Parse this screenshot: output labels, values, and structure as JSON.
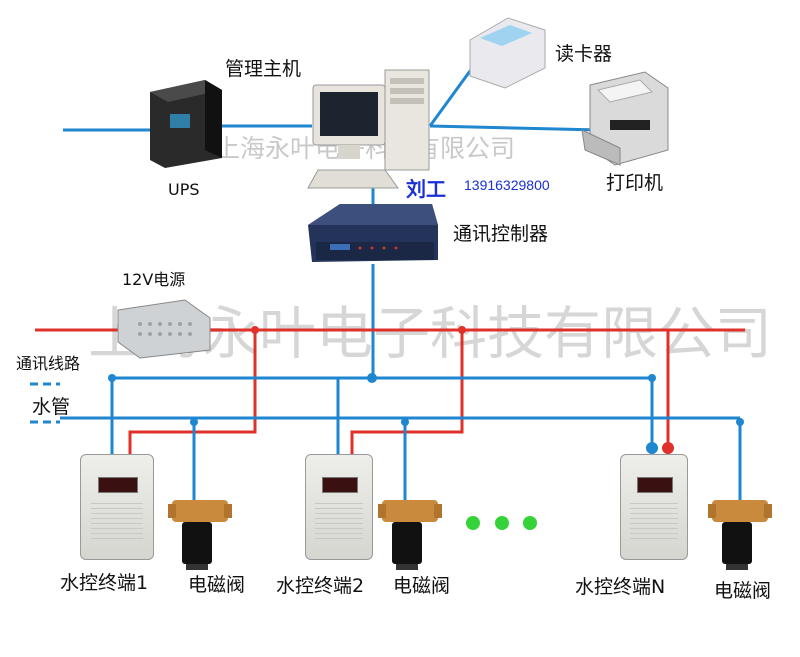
{
  "labels": {
    "management_host": "管理主机",
    "card_reader": "读卡器",
    "ups": "UPS",
    "printer": "打印机",
    "controller": "通讯控制器",
    "power_supply": "12V电源",
    "comm_line": "通讯线路",
    "water_pipe": "水管",
    "terminal_1": "水控终端1",
    "valve_1": "电磁阀",
    "terminal_2": "水控终端2",
    "valve_2": "电磁阀",
    "terminal_n": "水控终端N",
    "valve_n": "电磁阀"
  },
  "watermark": {
    "small": "上海永叶电子科技有限公司",
    "large": "上海永叶电子科技有限公司"
  },
  "contact": {
    "name": "刘工",
    "phone": "13916329800"
  },
  "colors": {
    "wire_blue": "#1f86d0",
    "wire_red": "#e0302a",
    "dot_green": "#35d23a",
    "contact_blue": "#1a2fd6"
  },
  "ellipsis_dots": 3
}
